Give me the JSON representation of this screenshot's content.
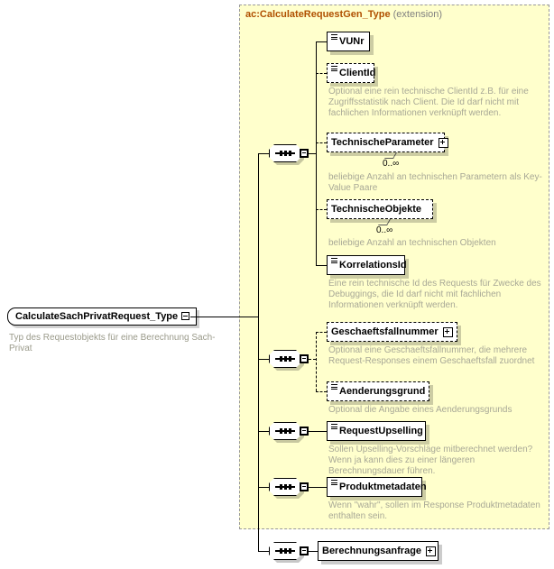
{
  "diagram": {
    "kind": "xml-schema-element-diagram",
    "root": {
      "name": "CalculateSachPrivatRequest_Type",
      "description": "Typ des Requestobjekts für eine Berechnung Sach-Privat",
      "collapse_icon": "minus-box"
    },
    "extension": {
      "type_name": "ac:CalculateRequestGen_Type",
      "qualifier": "(extension)",
      "background": "#ffffcc",
      "border": "#999999"
    },
    "groups": [
      {
        "id": "group-1",
        "compositor": "sequence",
        "elements": [
          {
            "name": "VUNr",
            "optional": false,
            "expandable": false,
            "has_sequence_icon": true,
            "cardinality": "",
            "description": ""
          },
          {
            "name": "ClientId",
            "optional": true,
            "expandable": false,
            "has_sequence_icon": true,
            "cardinality": "",
            "description": "Optional eine rein technische ClientId z.B. für eine Zugriffsstatistik nach Client. Die Id darf nicht mit fachlichen Informationen verknüpft werden."
          },
          {
            "name": "TechnischeParameter",
            "optional": true,
            "expandable": true,
            "has_sequence_icon": false,
            "cardinality": "0..∞",
            "description": "beliebige Anzahl an technischen Parametern als Key-Value Paare"
          },
          {
            "name": "TechnischeObjekte",
            "optional": true,
            "expandable": false,
            "has_sequence_icon": false,
            "cardinality": "0..∞",
            "description": "beliebige Anzahl an technischen Objekten"
          },
          {
            "name": "KorrelationsId",
            "optional": false,
            "expandable": false,
            "has_sequence_icon": true,
            "cardinality": "",
            "description": "Eine rein technische Id des Requests für Zwecke des Debuggings, die Id darf nicht mit fachlichen Informationen verknüpft werden."
          }
        ]
      },
      {
        "id": "group-2",
        "compositor": "sequence",
        "elements": [
          {
            "name": "Geschaeftsfallnummer",
            "optional": true,
            "expandable": true,
            "has_sequence_icon": false,
            "cardinality": "",
            "description": "Optional eine Geschaeftsfallnummer, die mehrere Request-Responses einem Geschaeftsfall zuordnet"
          },
          {
            "name": "Aenderungsgrund",
            "optional": true,
            "expandable": false,
            "has_sequence_icon": true,
            "cardinality": "",
            "description": "Optional die Angabe eines Aenderungsgrunds"
          }
        ]
      },
      {
        "id": "group-3",
        "compositor": "sequence",
        "elements": [
          {
            "name": "RequestUpselling",
            "optional": false,
            "expandable": false,
            "has_sequence_icon": true,
            "cardinality": "",
            "description": "Sollen Upselling-Vorschläge mitberechnet werden? Wenn ja kann dies zu einer längeren Berechnungsdauer führen."
          }
        ]
      },
      {
        "id": "group-4",
        "compositor": "sequence",
        "elements": [
          {
            "name": "Produktmetadaten",
            "optional": false,
            "expandable": false,
            "has_sequence_icon": true,
            "cardinality": "",
            "description": "Wenn \"wahr\", sollen im Response Produktmetadaten enthalten sein."
          }
        ]
      },
      {
        "id": "group-5",
        "compositor": "sequence",
        "outside_extension": true,
        "elements": [
          {
            "name": "Berechnungsanfrage",
            "optional": false,
            "expandable": true,
            "has_sequence_icon": false,
            "cardinality": "",
            "description": ""
          }
        ]
      }
    ]
  }
}
